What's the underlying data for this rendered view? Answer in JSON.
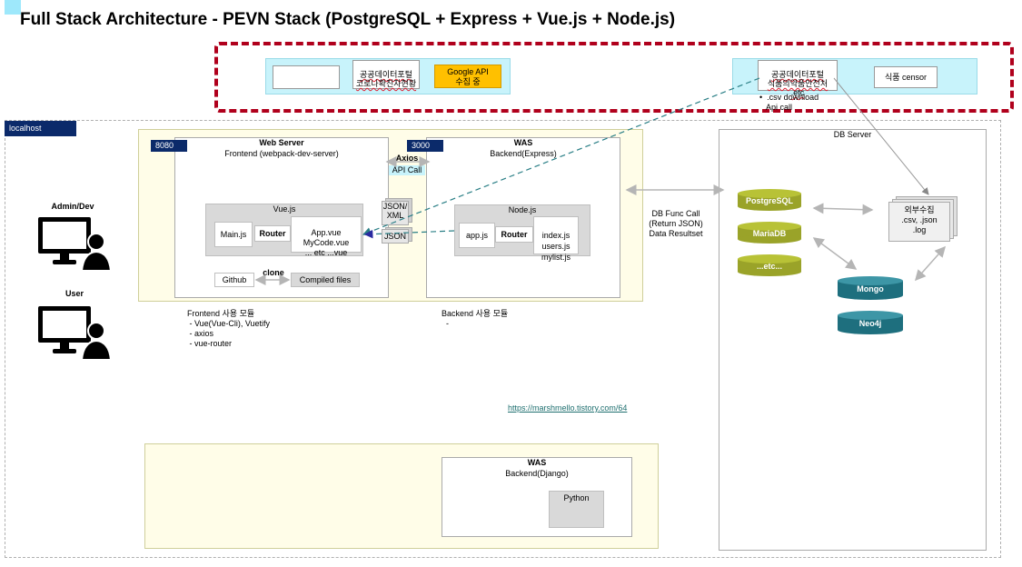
{
  "title": "Full Stack Architecture - PEVN Stack (PostgreSQL + Express + Vue.js + Node.js)",
  "top_group": {
    "left_box": {
      "public_portal": "공공데이터포털\n코로나확진자현황",
      "google_api": "Google API\n수집 중"
    },
    "right_box": {
      "food_portal": "공공데이터포털\n식품의약품안전처\n.etc",
      "bullets": "•  .csv download\n   Api call",
      "censor": "식품 censor"
    }
  },
  "localhost_label": "localhost",
  "web_server": {
    "port": "8080",
    "title": "Web Server",
    "subtitle": "Frontend (webpack-dev-server)",
    "vue_title": "Vue.js",
    "main_js": "Main.js",
    "router": "Router",
    "files": "App.vue\nMyCode.vue\n... etc ...vue",
    "github": "Github",
    "clone": "clone",
    "compiled": "Compiled files"
  },
  "axios": {
    "label": "Axios",
    "api_call": "API Call",
    "json_xml": "JSON/\nXML",
    "json": "JSON"
  },
  "was_backend": {
    "port": "3000",
    "title": "WAS",
    "subtitle": "Backend(Express)",
    "node_title": "Node.js",
    "app_js": "app.js",
    "router": "Router",
    "files": "index.js\nusers.js\nmylist.js"
  },
  "db_func": "DB Func Call\n(Return JSON)\nData Resultset",
  "frontend_modules": "Frontend 사용 모듈\n - Vue(Vue-Cli), Vuetify\n - axios\n - vue-router",
  "backend_modules": "Backend 사용 모듈\n  -",
  "link": "https://marshmello.tistory.com/64",
  "actors": {
    "admin": "Admin/Dev",
    "user": "User"
  },
  "db_server": {
    "title": "DB Server",
    "dbs": [
      "PostgreSQL",
      "MariaDB",
      "...etc..."
    ],
    "nosql": [
      "Mongo",
      "Neo4j"
    ],
    "external": "외부수집\n.csv, .json\n.log"
  },
  "django": {
    "title": "WAS",
    "subtitle": "Backend(Django)",
    "python": "Python"
  },
  "colors": {
    "navy": "#0b2a6a",
    "red_dash": "#b0001c",
    "olive": "#9aa329",
    "teal": "#1e6f7e",
    "cyan": "#c8f3fb",
    "cream": "#fffde8",
    "link": "#1e6f6f",
    "dashed_arrow": "#2a7f86"
  }
}
